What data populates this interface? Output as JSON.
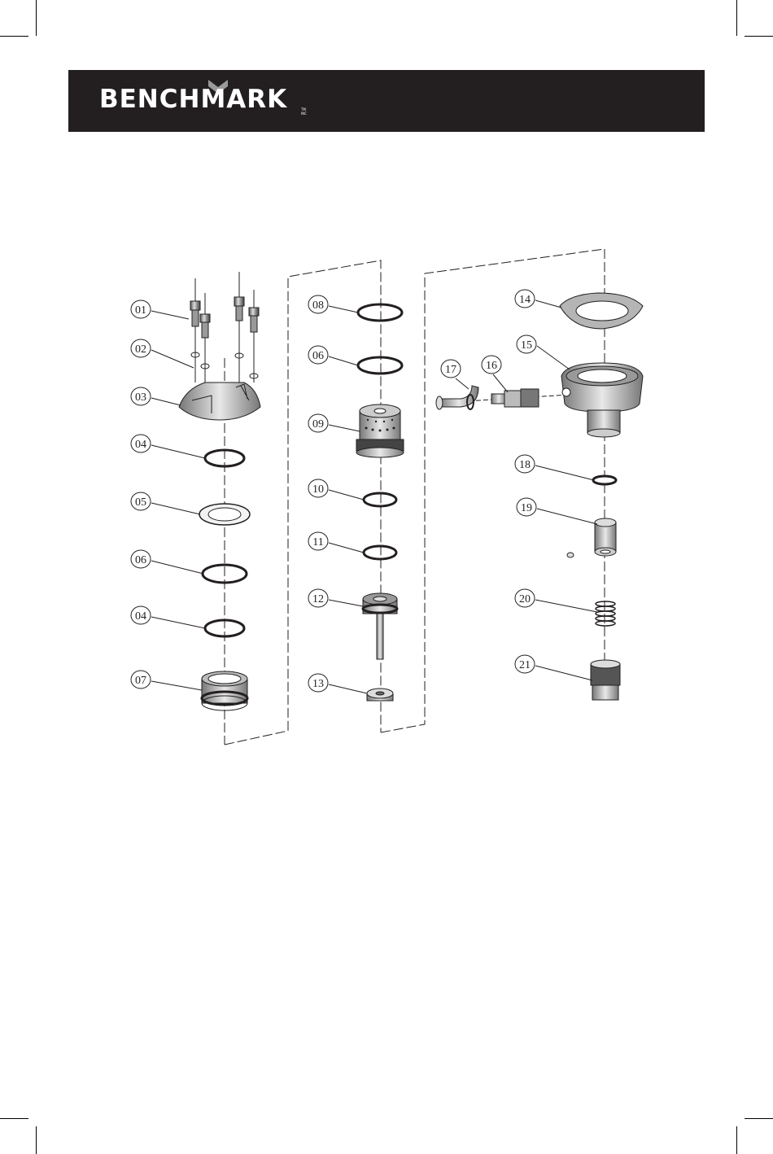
{
  "brand": {
    "name": "BENCHMARK",
    "trademark": "TM\nINC",
    "banner_color": "#231f20"
  },
  "diagram": {
    "part_labels": [
      "01",
      "02",
      "03",
      "04",
      "05",
      "06",
      "04",
      "07",
      "08",
      "06",
      "09",
      "10",
      "11",
      "12",
      "13",
      "14",
      "15",
      "16",
      "17",
      "18",
      "19",
      "20",
      "21"
    ]
  }
}
